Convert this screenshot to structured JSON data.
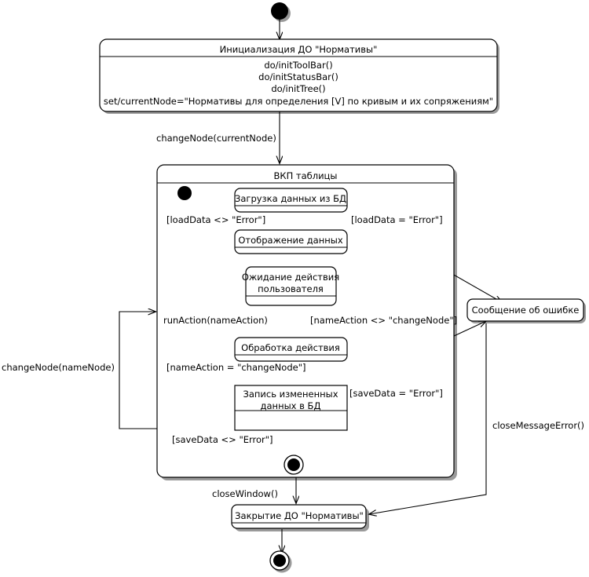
{
  "diagram": {
    "type": "uml-state-machine",
    "title": "",
    "language": "ru"
  },
  "markers": {
    "start_top": "initial-state",
    "start_composite": "initial-state",
    "end_composite": "final-state",
    "end_bottom": "final-state"
  },
  "states": {
    "init": {
      "name": "Инициализация ДО \"Нормативы\"",
      "actions": [
        "do/initToolBar()",
        "do/initStatusBar()",
        "do/initTree()",
        "set/currentNode=\"Нормативы для определения [V] по кривым и их сопряжениям\""
      ]
    },
    "composite": {
      "name": "ВКП таблицы"
    },
    "load": {
      "name": "Загрузка данных из БД"
    },
    "display": {
      "name": "Отображение данных"
    },
    "wait": {
      "name_line1": "Ожидание действия",
      "name_line2": "пользователя"
    },
    "process": {
      "name": "Обработка действия"
    },
    "save": {
      "name_line1": "Запись измененных",
      "name_line2": "данных в БД"
    },
    "error": {
      "name": "Сообщение об ошибке"
    },
    "close": {
      "name": "Закрытие ДО \"Нормативы\""
    }
  },
  "transitions": {
    "init_to_composite": "changeNode(currentNode)",
    "load_ok": "[loadData <> \"Error\"]",
    "load_err": "[loadData = \"Error\"]",
    "run_action": "runAction(nameAction)",
    "action_not_change": "[nameAction <> \"changeNode\"]",
    "action_change": "[nameAction = \"changeNode\"]",
    "save_err": "[saveData = \"Error\"]",
    "save_ok": "[saveData <> \"Error\"]",
    "change_node": "changeNode(nameNode)",
    "close_window": "closeWindow()",
    "close_message_error": "closeMessageError()"
  },
  "colors": {
    "line": "#000000",
    "fill": "#ffffff",
    "shadow": "#9a9a9a"
  }
}
